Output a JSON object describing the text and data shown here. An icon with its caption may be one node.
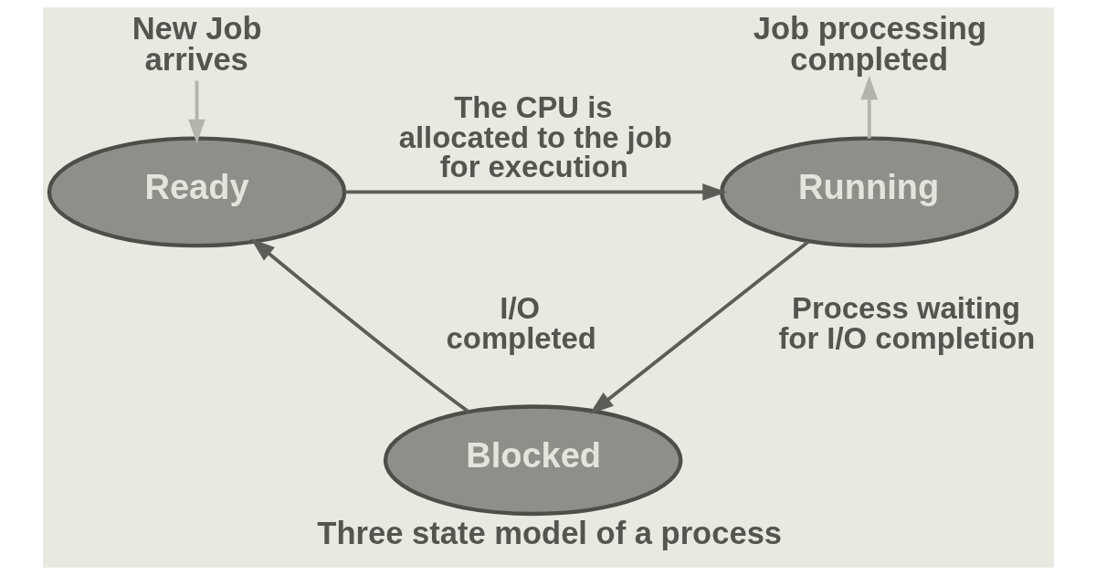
{
  "diagram": {
    "caption": "Three state model of a process",
    "nodes": [
      {
        "text": [
          "New Job arrives"
        ]
      },
      {
        "text": [
          "Job processing completed"
        ]
      },
      {
        "text": [
          "Ready"
        ]
      },
      {
        "text": [
          "Running"
        ]
      },
      {
        "text": [
          "Blocked"
        ]
      }
    ],
    "edges": [
      {
        "from": 0,
        "to": 2,
        "arrow": "to",
        "color": "#b4b4ac"
      },
      {
        "from": 2,
        "to": 3,
        "arrow": "to",
        "label": "The CPU is allocated to the job for execution"
      },
      {
        "from": 3,
        "to": 1,
        "arrow": "to",
        "color": "#b4b4ac"
      },
      {
        "from": 3,
        "to": 4,
        "arrow": "to",
        "label": "Process waiting for I/O completion"
      },
      {
        "from": 4,
        "to": 2,
        "arrow": "to",
        "label": "I/O completed"
      }
    ]
  }
}
